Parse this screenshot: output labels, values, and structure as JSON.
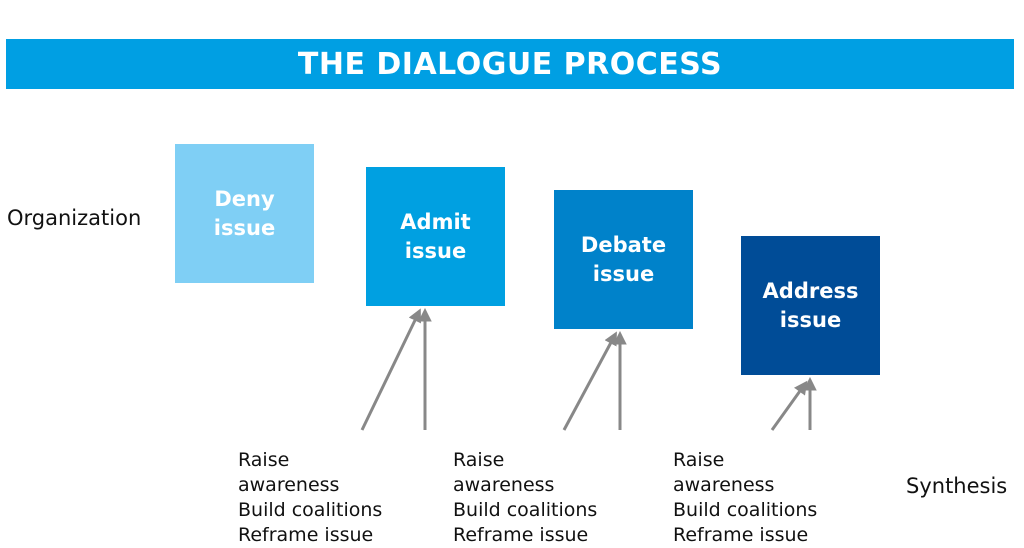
{
  "banner": {
    "title": "THE DIALOGUE PROCESS",
    "color": "#009FE3"
  },
  "labels": {
    "left": "Organization",
    "right": "Synthesis"
  },
  "stages": [
    {
      "line1": "Deny",
      "line2": "issue",
      "color": "#7FCFF5"
    },
    {
      "line1": "Admit",
      "line2": "issue",
      "color": "#00A0E1"
    },
    {
      "line1": "Debate",
      "line2": "issue",
      "color": "#0082CA"
    },
    {
      "line1": "Address",
      "line2": "issue",
      "color": "#004C97"
    }
  ],
  "captions": [
    {
      "lines": [
        "Raise",
        "awareness",
        "Build coalitions",
        "Reframe issue"
      ]
    },
    {
      "lines": [
        "Raise",
        "awareness",
        "Build coalitions",
        "Reframe issue"
      ]
    },
    {
      "lines": [
        "Raise",
        "awareness",
        "Build coalitions",
        "Reframe issue"
      ]
    }
  ],
  "arrow_color": "#888888"
}
